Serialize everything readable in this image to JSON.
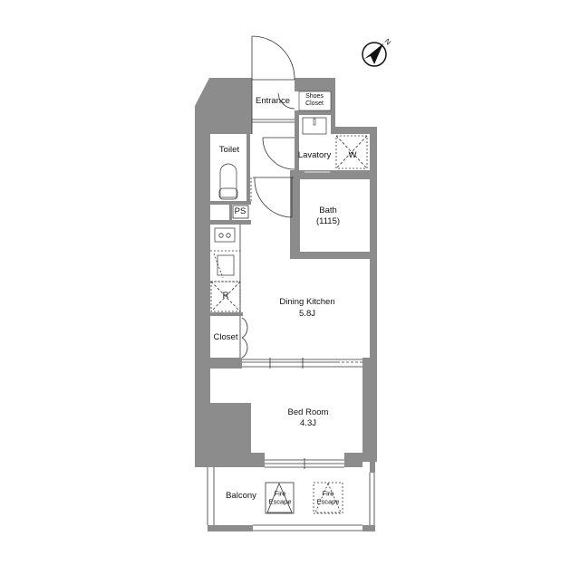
{
  "plan": {
    "compass": {
      "label": "N",
      "direction": "north-east"
    },
    "rooms": {
      "entrance": {
        "label": "Entrance"
      },
      "shoes_closet": {
        "line1": "Shoes",
        "line2": "Closet"
      },
      "toilet": {
        "label": "Toilet"
      },
      "lavatory": {
        "label": "Lavatory"
      },
      "washer": {
        "label": "W"
      },
      "ps": {
        "label": "PS"
      },
      "bath": {
        "label": "Bath",
        "size": "(1115)"
      },
      "refrigerator": {
        "label": "R"
      },
      "dining_kitchen": {
        "label": "Dining Kitchen",
        "size": "5.8J"
      },
      "closet": {
        "label": "Closet"
      },
      "bed_room": {
        "label": "Bed Room",
        "size": "4.3J"
      },
      "balcony": {
        "label": "Balcony"
      },
      "fire_escape_1": {
        "line1": "Fire",
        "line2": "Escape"
      },
      "fire_escape_2": {
        "line1": "Fire",
        "line2": "Escape"
      }
    },
    "colors": {
      "wall": "#8c8c8c",
      "line": "#333333",
      "background": "#ffffff"
    }
  }
}
